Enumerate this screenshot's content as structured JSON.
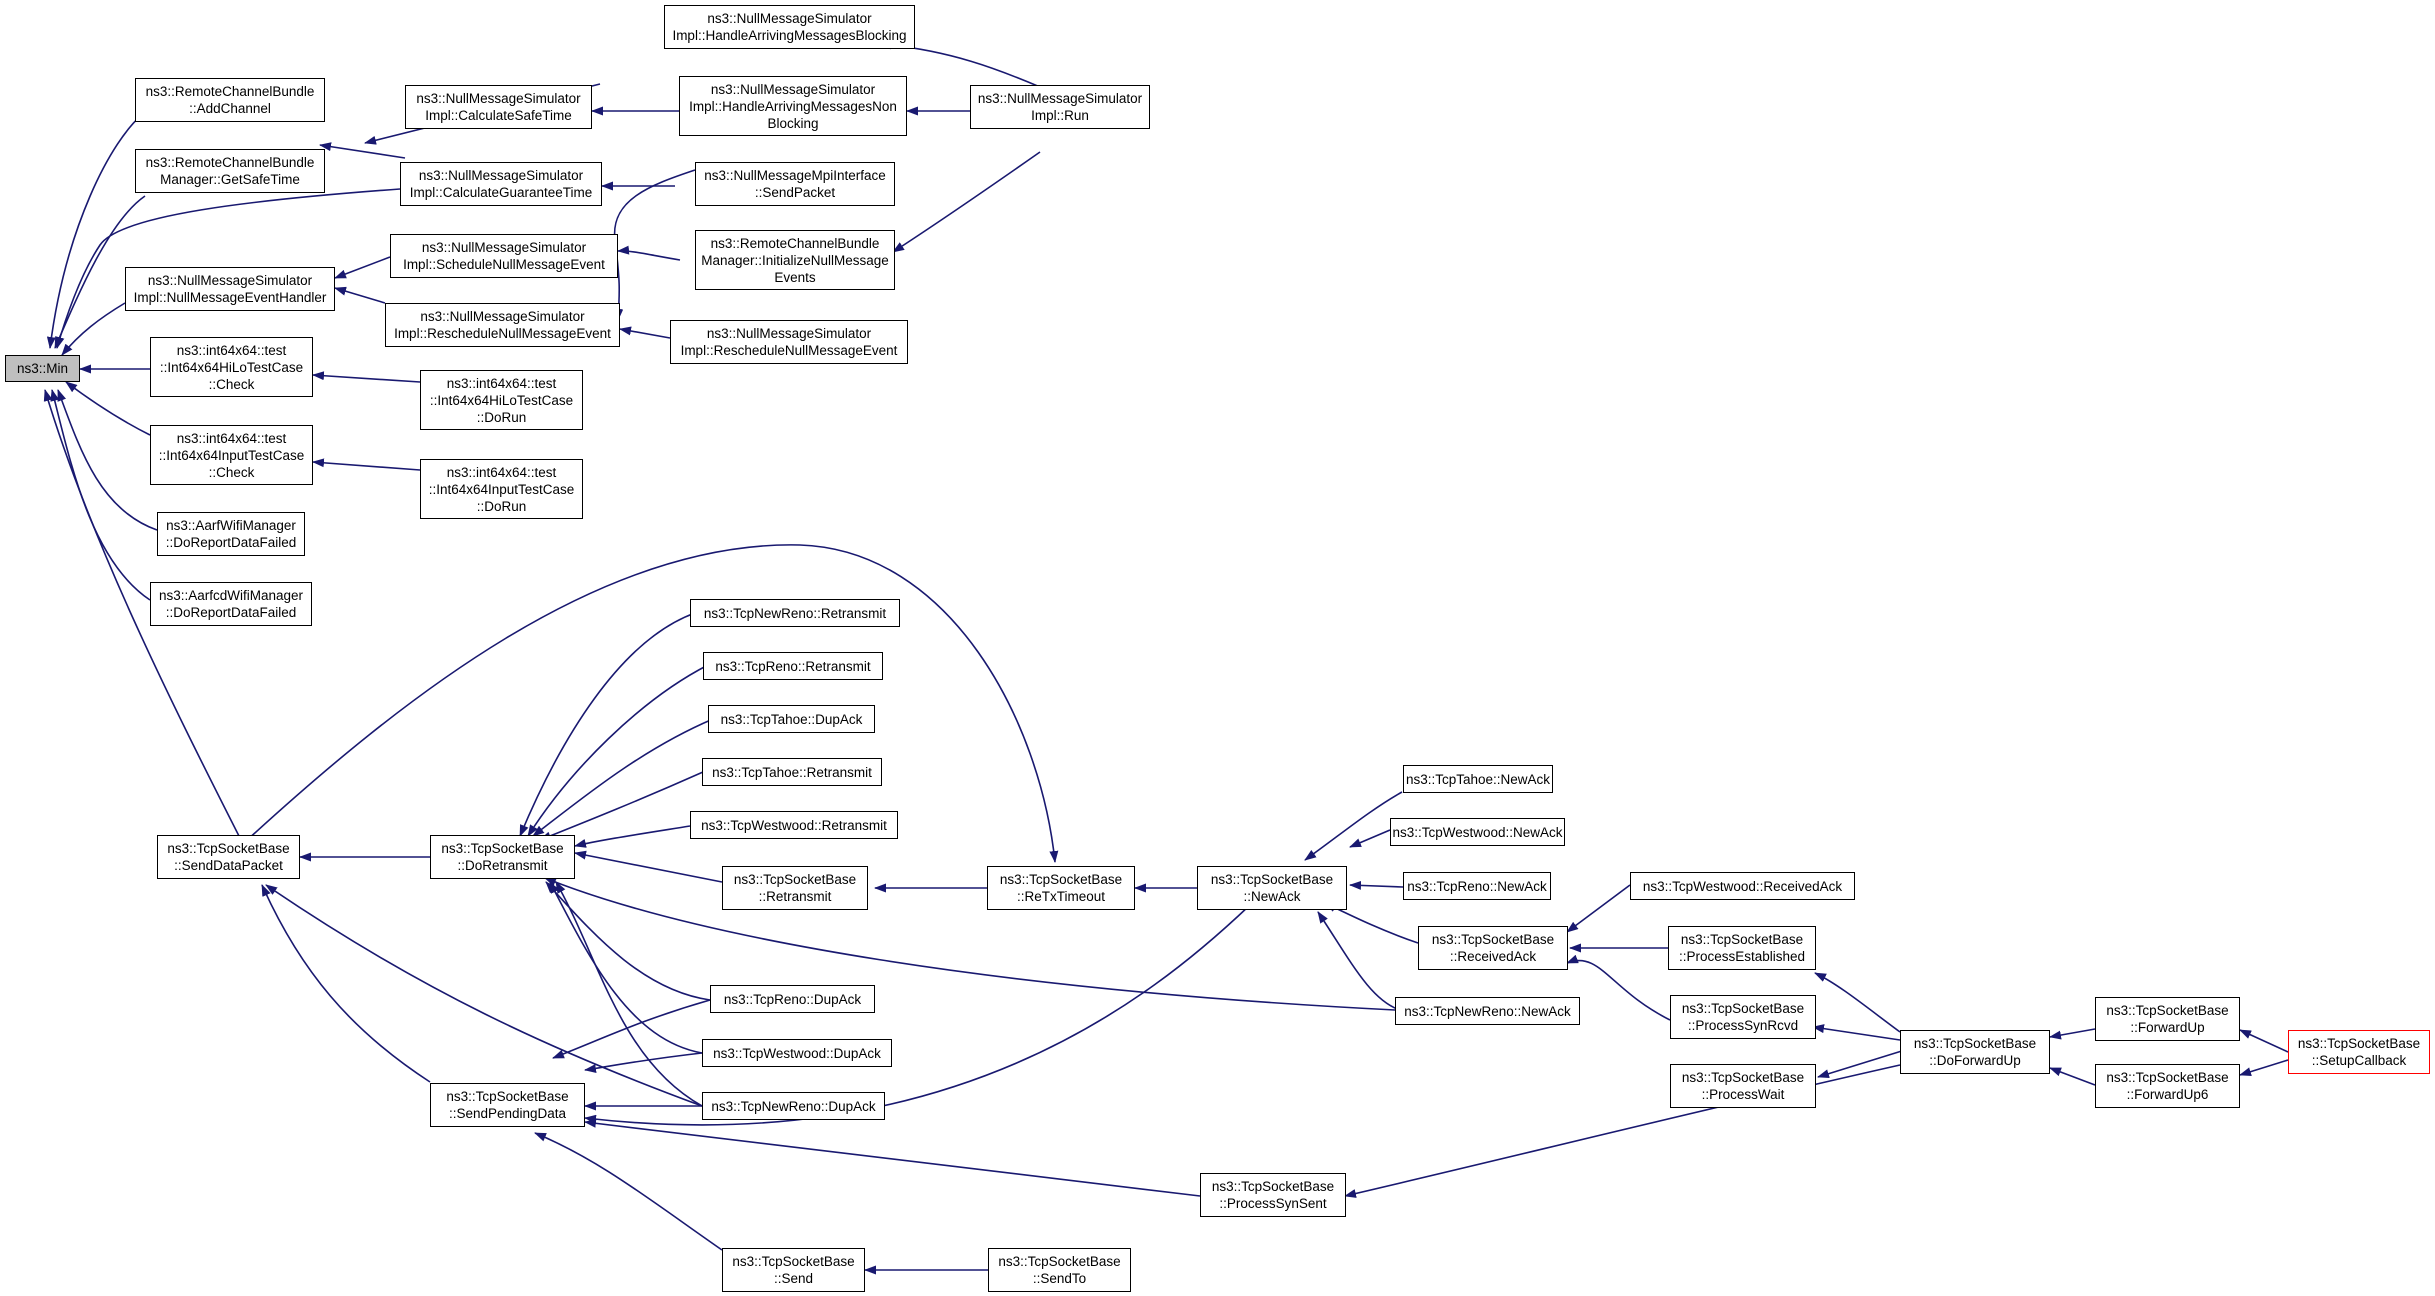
{
  "colors": {
    "edge": "#191970",
    "node_border": "#000000",
    "root_fill": "#bfbfbf",
    "truncated_border": "#ff0000"
  },
  "nodes": {
    "min": "ns3::Min",
    "rcb_addchannel": "ns3::RemoteChannelBundle\n::AddChannel",
    "rcbm_getsafetime": "ns3::RemoteChannelBundle\nManager::GetSafeTime",
    "nmsi_calcsafetime": "ns3::NullMessageSimulator\nImpl::CalculateSafeTime",
    "nmsi_handleblocking": "ns3::NullMessageSimulator\nImpl::HandleArrivingMessagesBlocking",
    "nmsi_handlenonblocking": "ns3::NullMessageSimulator\nImpl::HandleArrivingMessagesNon\nBlocking",
    "nmsi_run": "ns3::NullMessageSimulator\nImpl::Run",
    "nmsi_calcguarantee": "ns3::NullMessageSimulator\nImpl::CalculateGuaranteeTime",
    "nmmi_sendpacket": "ns3::NullMessageMpiInterface\n::SendPacket",
    "nmsi_eventhandler": "ns3::NullMessageSimulator\nImpl::NullMessageEventHandler",
    "nmsi_schedule": "ns3::NullMessageSimulator\nImpl::ScheduleNullMessageEvent",
    "rcbm_initnull": "ns3::RemoteChannelBundle\nManager::InitializeNullMessage\nEvents",
    "nmsi_reschedule1": "ns3::NullMessageSimulator\nImpl::RescheduleNullMessageEvent",
    "nmsi_reschedule2": "ns3::NullMessageSimulator\nImpl::RescheduleNullMessageEvent",
    "hilo_check": "ns3::int64x64::test\n::Int64x64HiLoTestCase\n::Check",
    "hilo_dorun": "ns3::int64x64::test\n::Int64x64HiLoTestCase\n::DoRun",
    "input_check": "ns3::int64x64::test\n::Int64x64InputTestCase\n::Check",
    "input_dorun": "ns3::int64x64::test\n::Int64x64InputTestCase\n::DoRun",
    "aarf_fail": "ns3::AarfWifiManager\n::DoReportDataFailed",
    "aarfcd_fail": "ns3::AarfcdWifiManager\n::DoReportDataFailed",
    "tsb_senddatapacket": "ns3::TcpSocketBase\n::SendDataPacket",
    "tsb_doretransmit": "ns3::TcpSocketBase\n::DoRetransmit",
    "newreno_retransmit": "ns3::TcpNewReno::Retransmit",
    "reno_retransmit": "ns3::TcpReno::Retransmit",
    "tahoe_dupack": "ns3::TcpTahoe::DupAck",
    "tahoe_retransmit": "ns3::TcpTahoe::Retransmit",
    "westwood_retransmit": "ns3::TcpWestwood::Retransmit",
    "tsb_retransmit": "ns3::TcpSocketBase\n::Retransmit",
    "tsb_retxtimeout": "ns3::TcpSocketBase\n::ReTxTimeout",
    "tsb_newack": "ns3::TcpSocketBase\n::NewAck",
    "tahoe_newack": "ns3::TcpTahoe::NewAck",
    "westwood_newack": "ns3::TcpWestwood::NewAck",
    "reno_newack": "ns3::TcpReno::NewAck",
    "tsb_receivedack": "ns3::TcpSocketBase\n::ReceivedAck",
    "westwood_receivedack": "ns3::TcpWestwood::ReceivedAck",
    "tsb_processestablished": "ns3::TcpSocketBase\n::ProcessEstablished",
    "tsb_processsynrcvd": "ns3::TcpSocketBase\n::ProcessSynRcvd",
    "tsb_processwait": "ns3::TcpSocketBase\n::ProcessWait",
    "newreno_newack": "ns3::TcpNewReno::NewAck",
    "reno_dupack": "ns3::TcpReno::DupAck",
    "westwood_dupack": "ns3::TcpWestwood::DupAck",
    "newreno_dupack": "ns3::TcpNewReno::DupAck",
    "tsb_sendpendingdata": "ns3::TcpSocketBase\n::SendPendingData",
    "tsb_doforwardup": "ns3::TcpSocketBase\n::DoForwardUp",
    "tsb_forwardup": "ns3::TcpSocketBase\n::ForwardUp",
    "tsb_forwardup6": "ns3::TcpSocketBase\n::ForwardUp6",
    "tsb_setupcallback": "ns3::TcpSocketBase\n::SetupCallback",
    "tsb_processsynsent": "ns3::TcpSocketBase\n::ProcessSynSent",
    "tsb_send": "ns3::TcpSocketBase\n::Send",
    "tsb_sendto": "ns3::TcpSocketBase\n::SendTo"
  }
}
